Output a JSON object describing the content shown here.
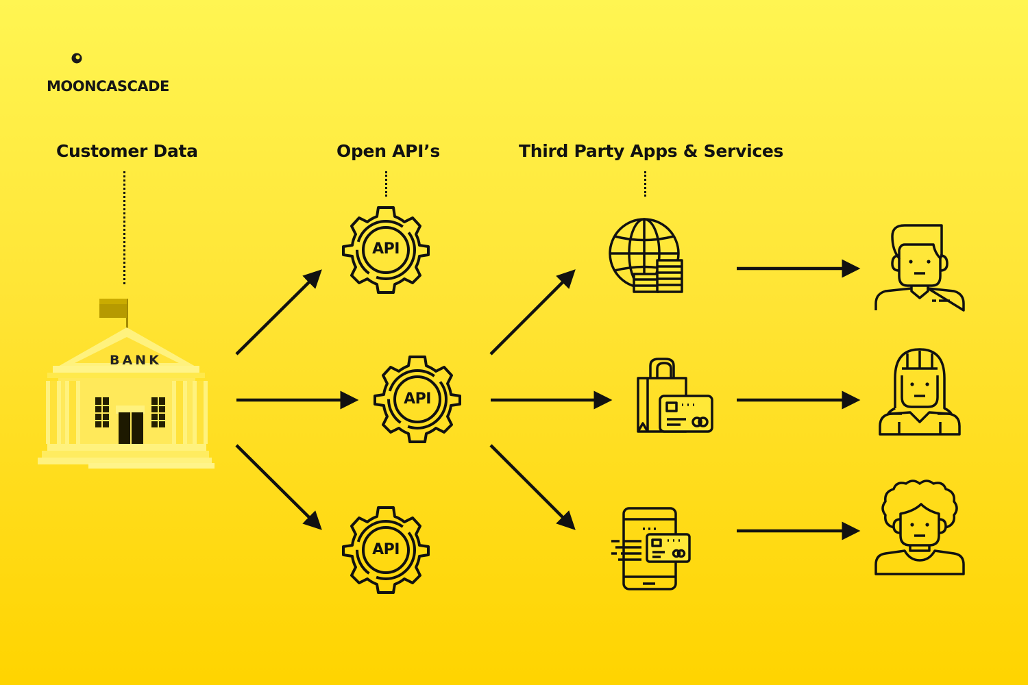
{
  "brand": {
    "name": "MOONCASCADE",
    "logo_icon": "crescent-moon-icon"
  },
  "headings": {
    "customer_data": "Customer Data",
    "open_apis": "Open API’s",
    "third_party": "Third Party Apps & Services"
  },
  "bank": {
    "label": "BANK",
    "icon": "bank-building-icon"
  },
  "apis": [
    {
      "label": "API",
      "icon": "api-gear-icon"
    },
    {
      "label": "API",
      "icon": "api-gear-icon"
    },
    {
      "label": "API",
      "icon": "api-gear-icon"
    }
  ],
  "services": [
    {
      "icon": "globe-coins-icon"
    },
    {
      "icon": "shopping-bag-card-icon"
    },
    {
      "icon": "mobile-payment-card-icon"
    }
  ],
  "users": [
    {
      "icon": "man-avatar-icon"
    },
    {
      "icon": "woman-avatar-icon"
    },
    {
      "icon": "curly-hair-avatar-icon"
    }
  ],
  "colors": {
    "background_top": "#fff552",
    "background_bottom": "#ffd400",
    "ink": "#111111",
    "bank_light": "#fff07a",
    "bank_dark": "#c7a700"
  }
}
